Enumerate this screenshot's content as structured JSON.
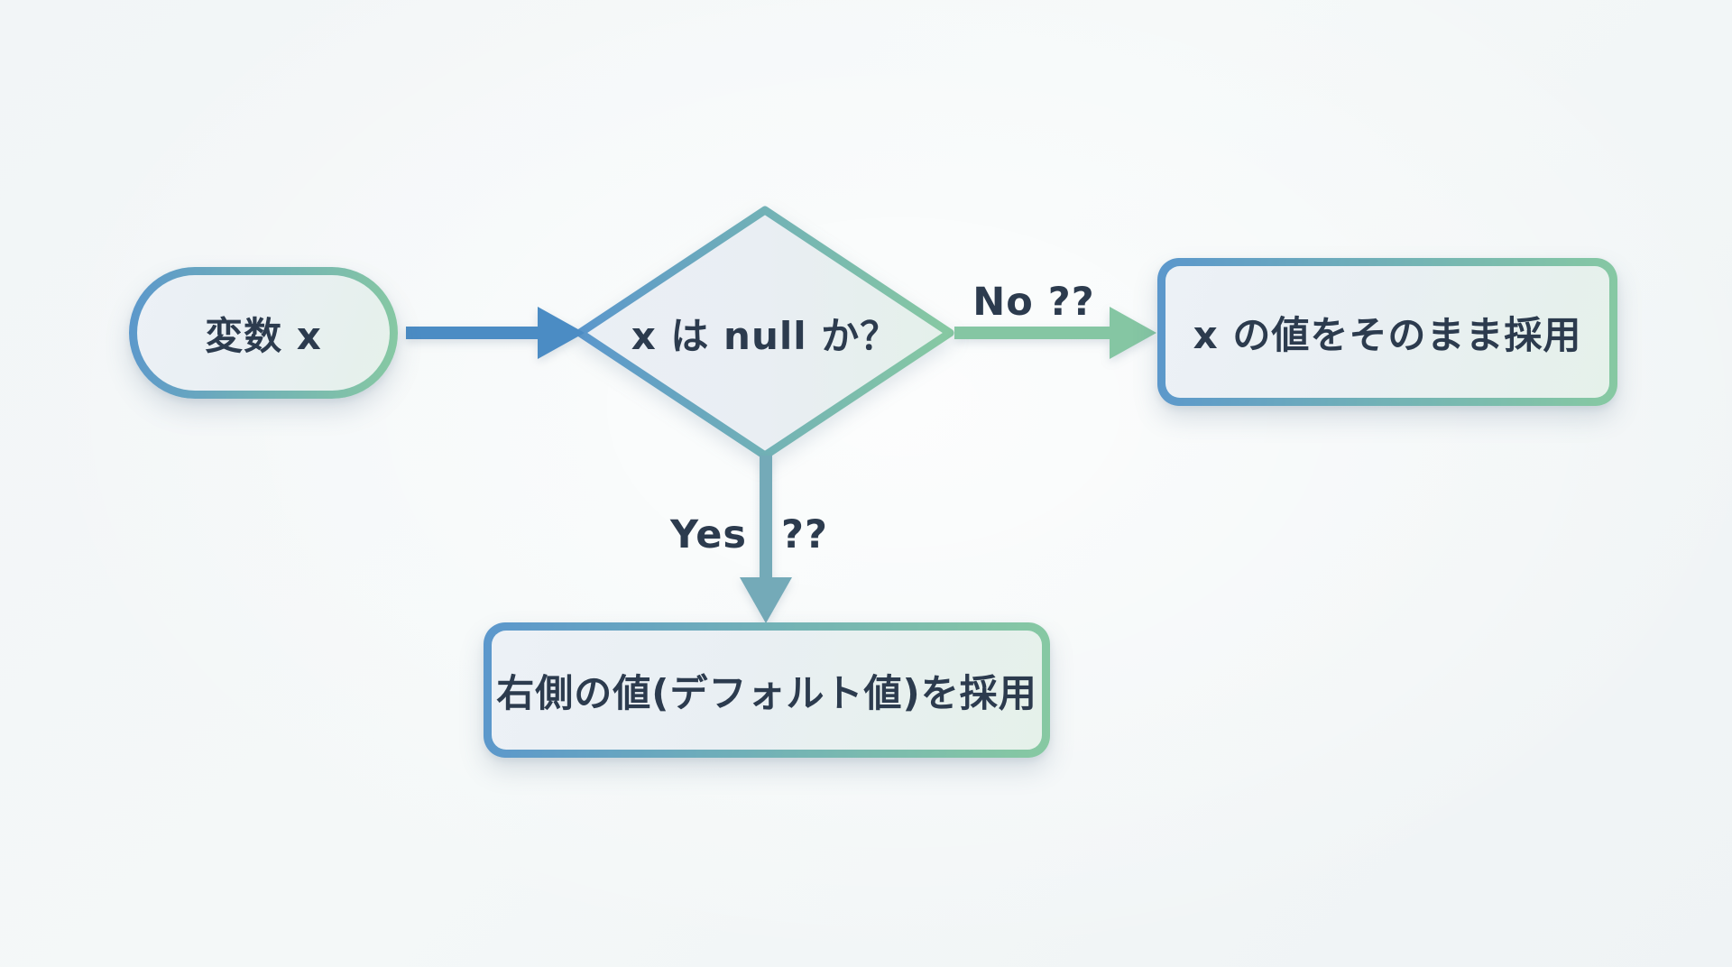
{
  "flowchart": {
    "nodes": {
      "start": {
        "label": "変数 x",
        "shape": "stadium"
      },
      "decision": {
        "label": "x は null か？",
        "shape": "diamond"
      },
      "no_result": {
        "label": "x の値をそのまま採用",
        "shape": "rectangle"
      },
      "yes_result": {
        "label": "右側の値(デフォルト値)を採用",
        "shape": "rectangle"
      }
    },
    "edges": {
      "no_branch": {
        "label": "No ??"
      },
      "yes_branch": {
        "label": "Yes",
        "operator": "??"
      }
    },
    "colors": {
      "border_blue": "#5b97cc",
      "border_green": "#87c9a2",
      "arrow_blue": "#4b8cc4",
      "arrow_green": "#85c6a3",
      "arrow_teal": "#74aab8",
      "text": "#2c3b4e",
      "background": "#f3f6f8"
    }
  }
}
